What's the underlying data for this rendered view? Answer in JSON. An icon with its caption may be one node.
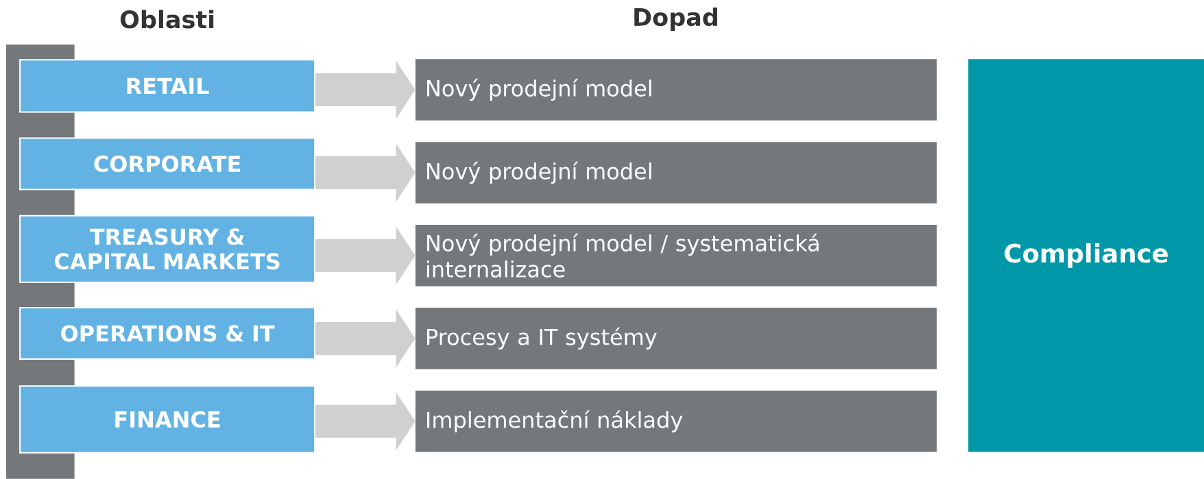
{
  "diagram": {
    "nodes": [
      {
        "text": [
          "RETAIL"
        ]
      },
      {
        "text": [
          "CORPORATE"
        ]
      },
      {
        "text": [
          "TREASURY & CAPITAL MARKETS"
        ]
      },
      {
        "text": [
          "OPERATIONS & IT"
        ]
      },
      {
        "text": [
          "FINANCE"
        ]
      },
      {
        "text": [
          "Nový prodejní model"
        ]
      },
      {
        "text": [
          "Nový prodejní model"
        ]
      },
      {
        "text": [
          "Nový prodejní model / systematická internalizace"
        ]
      },
      {
        "text": [
          "Procesy a IT systémy"
        ]
      },
      {
        "text": [
          "Implementační náklady"
        ]
      },
      {
        "text": [
          "Compliance"
        ]
      },
      {
        "text": [],
        "shape": "bar"
      }
    ],
    "edges": [
      {
        "from": 0,
        "to": 5,
        "arrow": "to"
      },
      {
        "from": 1,
        "to": 6,
        "arrow": "to"
      },
      {
        "from": 2,
        "to": 7,
        "arrow": "to"
      },
      {
        "from": 3,
        "to": 8,
        "arrow": "to"
      },
      {
        "from": 4,
        "to": 9,
        "arrow": "to"
      }
    ],
    "labels": [
      "Oblasti",
      "Dopad"
    ]
  }
}
